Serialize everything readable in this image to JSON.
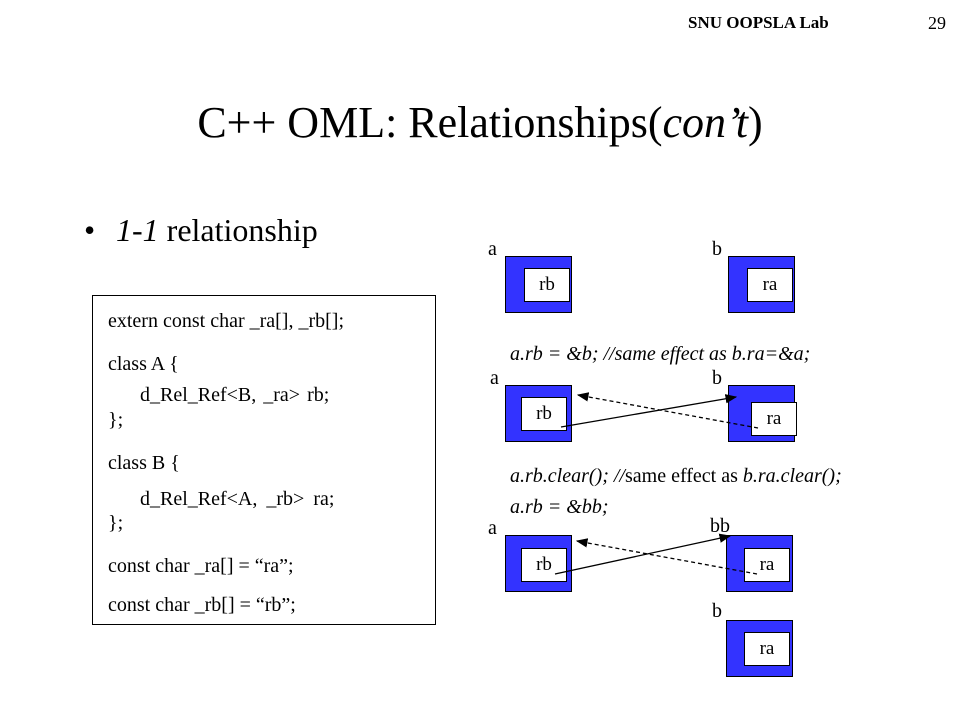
{
  "header": {
    "lab": "SNU OOPSLA Lab",
    "page": "29"
  },
  "title": {
    "main": "C++ OML: Relationships(",
    "italic": "con’t",
    "close": ")"
  },
  "bullet": {
    "symbol": "•",
    "italic": "1-1",
    "text": " relationship"
  },
  "code": {
    "line1": "extern const char _ra[], _rb[];",
    "line2": "class A {",
    "line3": "d_Rel_Ref<B, _ra>    rb;",
    "line4": "};",
    "line5": "class B {",
    "line6": "d_Rel_Ref<A, _rb>    ra;",
    "line7": "};",
    "line8": "const char _ra[] = “ra”;",
    "line9": "const char _rb[] = “rb”;"
  },
  "diagram": {
    "row1": {
      "a_label": "a",
      "b_label": "b",
      "a_inner": "rb",
      "b_inner": "ra"
    },
    "stmt1": "a.rb = &b; //same effect as b.ra=&a;",
    "row2": {
      "a_label": "a",
      "b_label": "b",
      "a_inner": "rb",
      "b_inner": "ra"
    },
    "stmt2_code": "a.rb.clear(); //",
    "stmt2_text": "same effect as ",
    "stmt2_tail": "b.ra.clear();",
    "stmt3": "a.rb = &bb;",
    "row3": {
      "a_label": "a",
      "bb_label": "bb",
      "a_inner": "rb",
      "bb_inner": "ra"
    },
    "row4": {
      "b_label": "b",
      "b_inner": "ra"
    }
  },
  "colors": {
    "object_fill": "#3333ff",
    "line": "#000000"
  }
}
